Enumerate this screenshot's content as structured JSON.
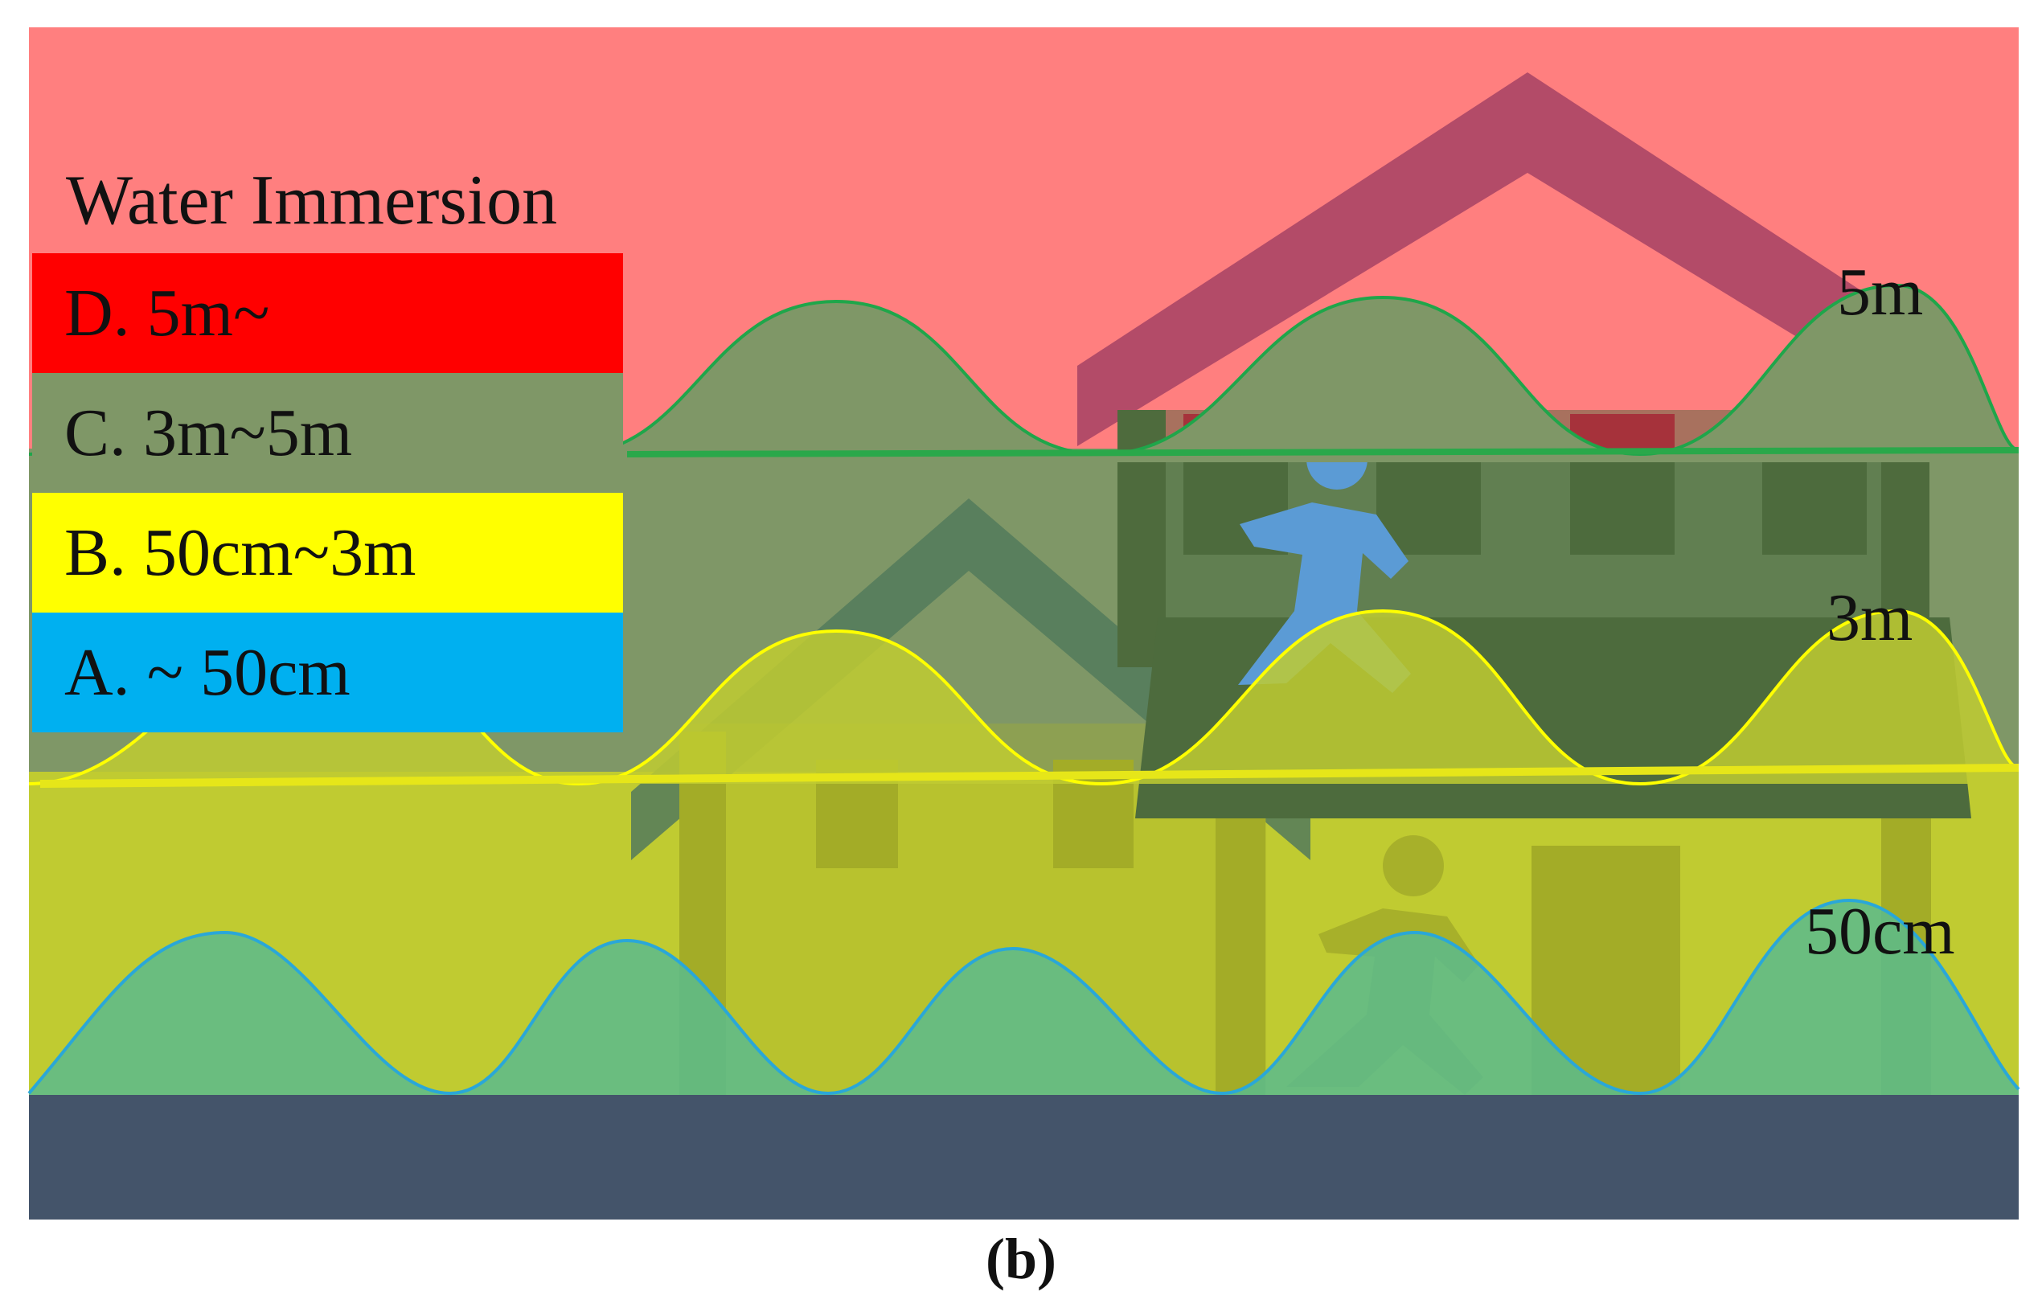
{
  "legend": {
    "title": "Water Immersion",
    "items": [
      {
        "label": "D. 5m~",
        "color": "#ff0000"
      },
      {
        "label": "C. 3m~5m",
        "color": "#7f9767"
      },
      {
        "label": "B. 50cm~3m",
        "color": "#ffff00"
      },
      {
        "label": "A. ~ 50cm",
        "color": "#00b0f0"
      }
    ]
  },
  "levels": {
    "high": "5m",
    "mid": "3m",
    "low": "50cm"
  },
  "caption": "(b)",
  "colors": {
    "zone_d": "#ff7f7f",
    "zone_c": "#7f9767",
    "zone_b": "#c0cb31",
    "ground": "#44546a",
    "person": "#5b9bd5"
  }
}
